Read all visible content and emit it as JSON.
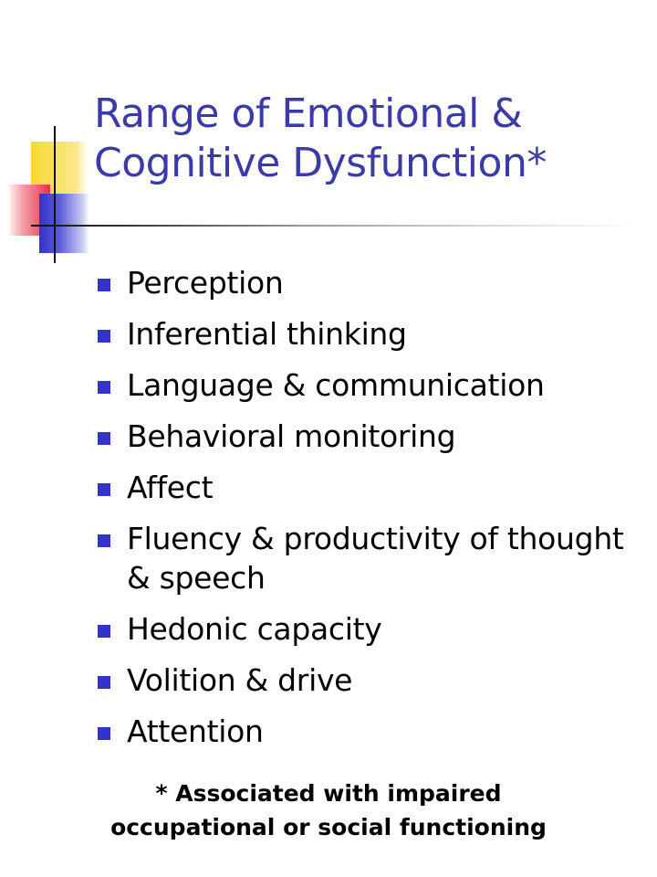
{
  "slide": {
    "title_line1": "Range of Emotional &",
    "title_line2": "Cognitive Dysfunction*",
    "bullets": [
      "Perception",
      "Inferential thinking",
      "Language & communication",
      "Behavioral monitoring",
      "Affect",
      "Fluency & productivity of thought & speech",
      "Hedonic capacity",
      "Volition & drive",
      "Attention"
    ],
    "footnote_line1": "* Associated with impaired",
    "footnote_line2": "occupational or social functioning"
  },
  "colors": {
    "title": "#3a3aa8",
    "bullet": "#3333cc",
    "deco_yellow": "#f8d830",
    "deco_red": "#e8334a",
    "deco_blue": "#3333cc"
  }
}
